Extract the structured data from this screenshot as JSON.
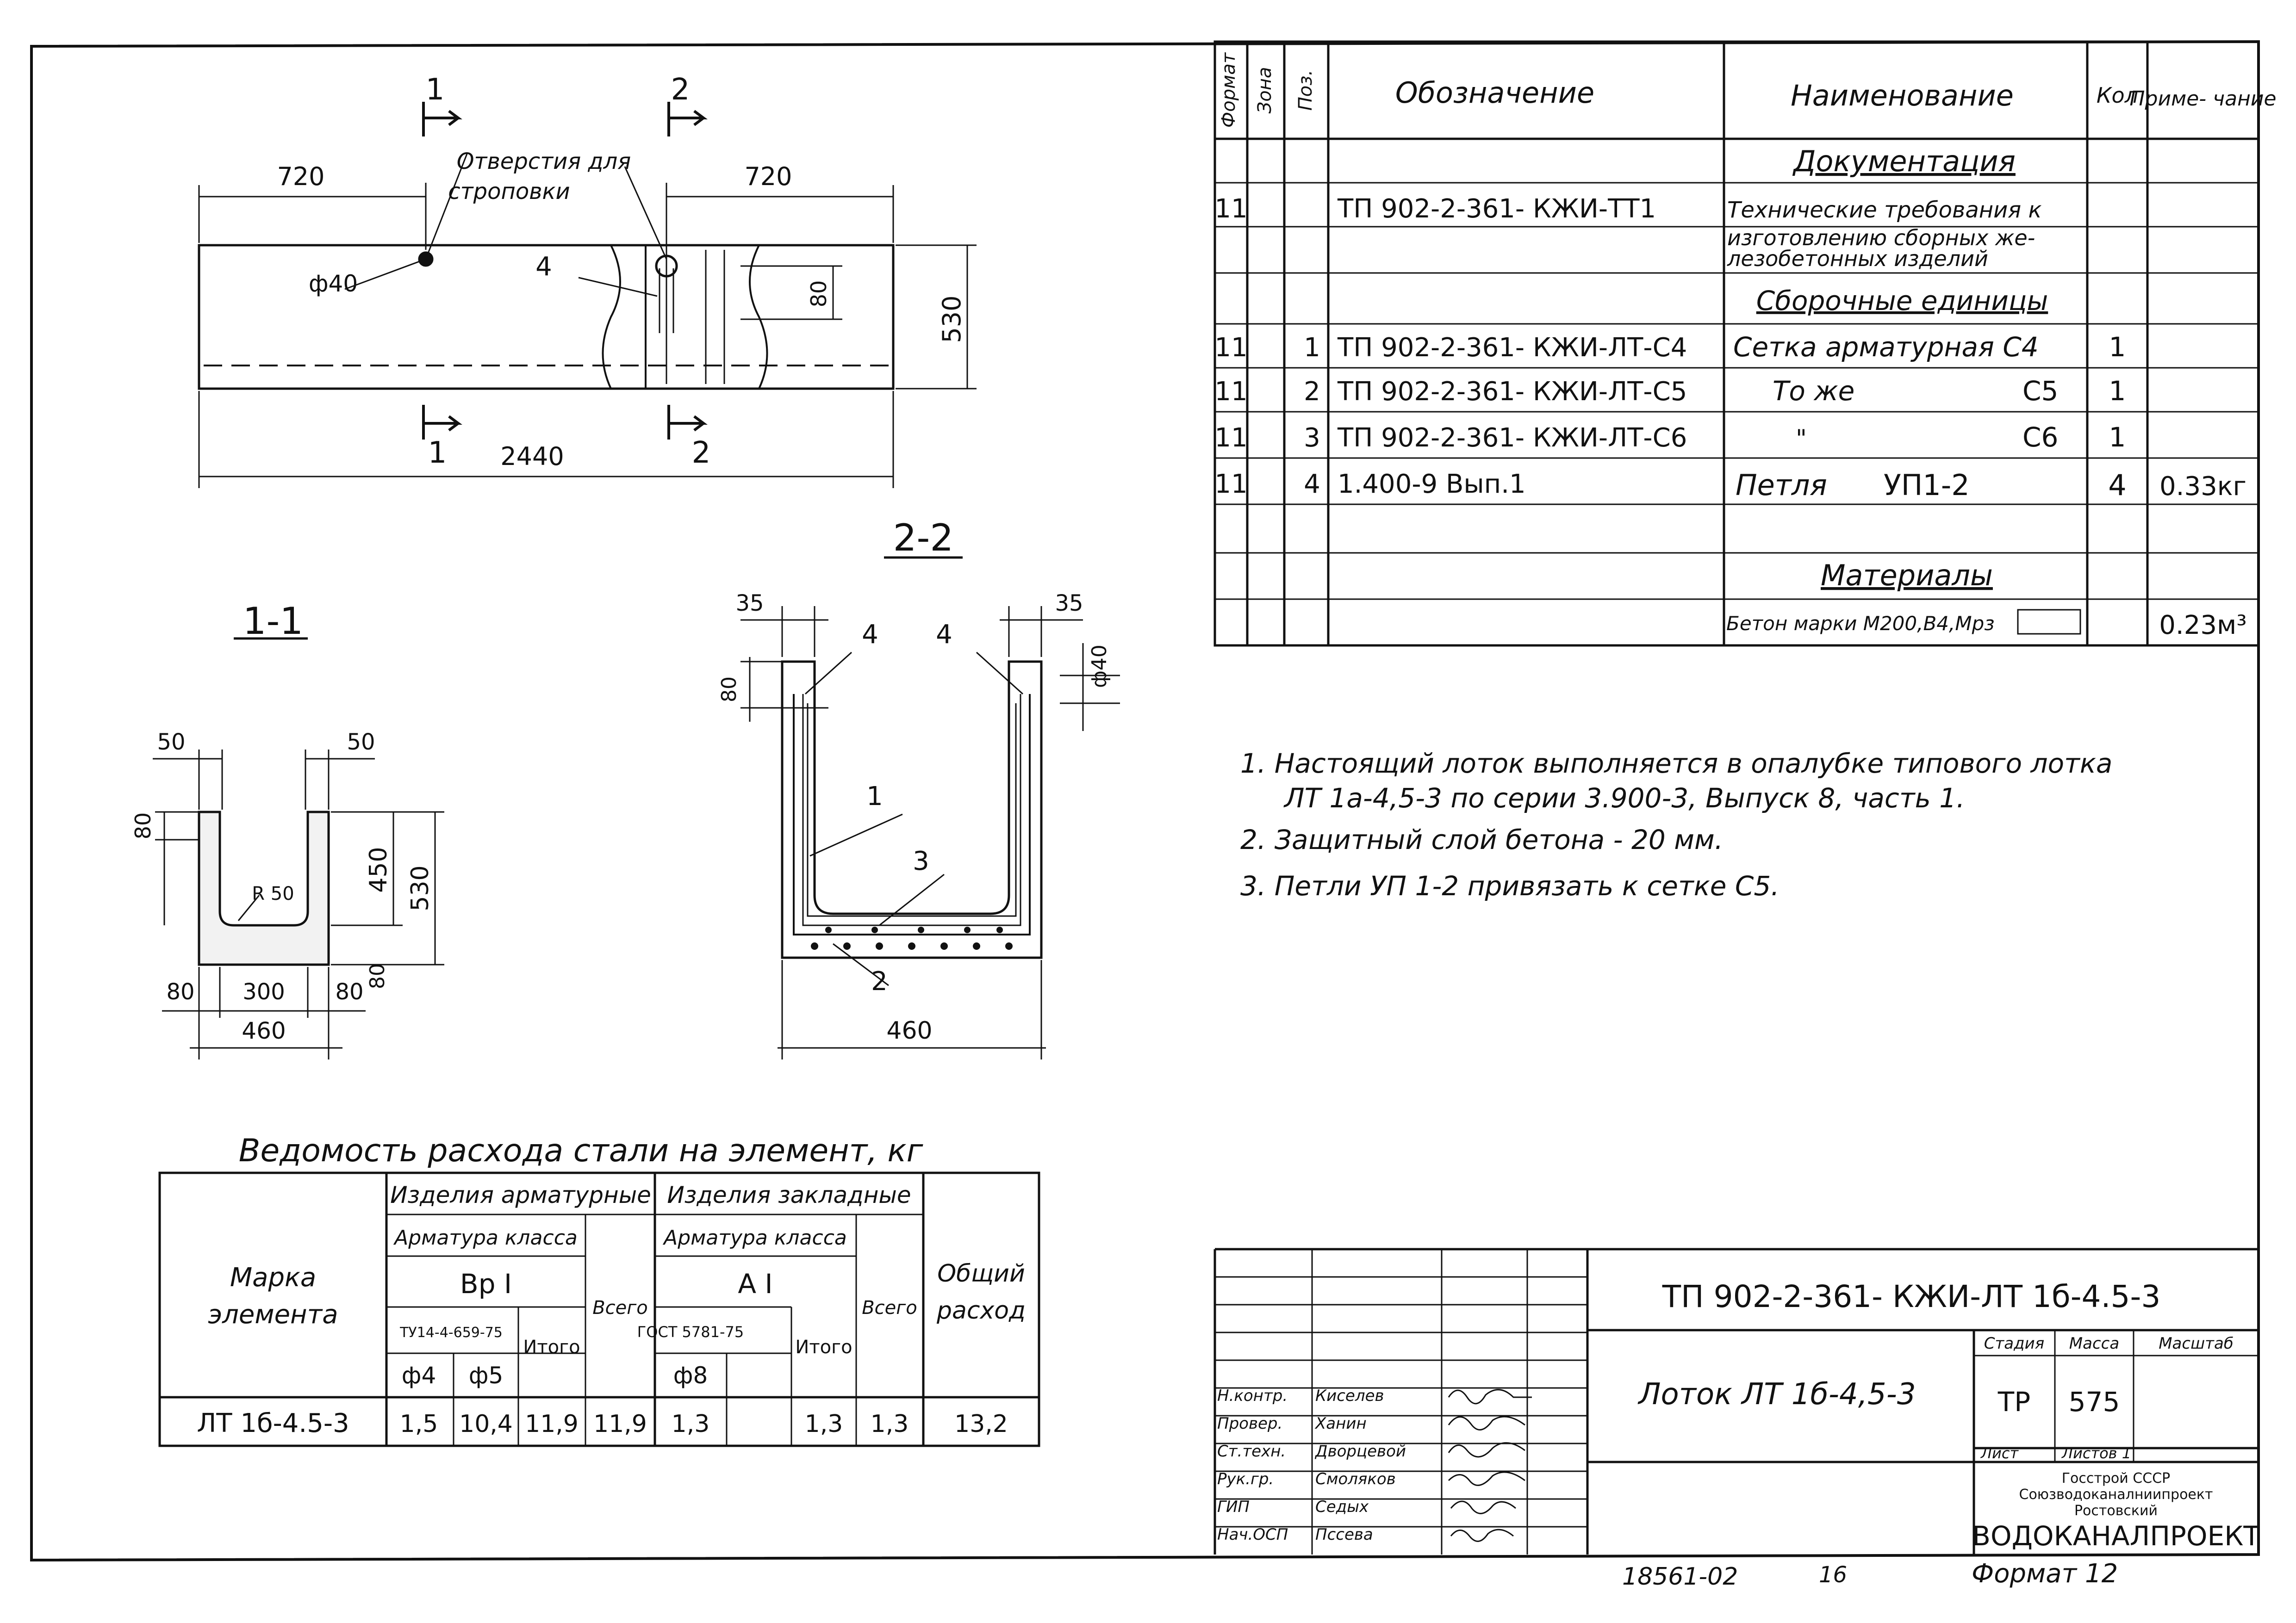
{
  "drawing": {
    "plan": {
      "dim_left": "720",
      "dim_right": "720",
      "dim_total": "2440",
      "dim_height": "530",
      "dim_80": "80",
      "hole_dia": "ф40",
      "hole_label_line1": "Отверстия для",
      "hole_label_line2": "строповки",
      "pos_label": "4",
      "cut1": "1",
      "cut2": "2"
    },
    "section_1_1": {
      "title": "1-1",
      "dims": {
        "top_left": "50",
        "top_right": "50",
        "left_80": "80",
        "h450": "450",
        "h530": "530",
        "radius": "R 50",
        "bot_80_left": "80",
        "bot_300": "300",
        "bot_80_right": "80",
        "right_80": "80",
        "width": "460"
      }
    },
    "section_2_2": {
      "title": "2-2",
      "dims": {
        "top_left": "35",
        "top_right": "35",
        "left_80": "80",
        "hole": "ф40",
        "width": "460"
      },
      "pos_labels": [
        "4",
        "4",
        "1",
        "3",
        "2"
      ]
    }
  },
  "spec_table": {
    "headers": {
      "format": "Формат",
      "zone": "Зона",
      "pos": "Поз.",
      "designation": "Обозначение",
      "name": "Наименование",
      "qty": "Кол",
      "note": "Приме- чание"
    },
    "sections": {
      "docs": "Документация",
      "assembly": "Сборочные единицы",
      "materials": "Материалы"
    },
    "rows": [
      {
        "format": "11",
        "pos": "",
        "designation": "ТП 902-2-361- КЖИ-ТТ1",
        "name_lines": [
          "Технические требования к",
          "изготовлению сборных же-",
          "лезобетонных изделий"
        ],
        "qty": "",
        "note": ""
      },
      {
        "format": "11",
        "pos": "1",
        "designation": "ТП 902-2-361- КЖИ-ЛТ-С4",
        "name": "Сетка арматурная С4",
        "qty": "1",
        "note": ""
      },
      {
        "format": "11",
        "pos": "2",
        "designation": "ТП 902-2-361- КЖИ-ЛТ-С5",
        "name_a": "То же",
        "name_b": "С5",
        "qty": "1",
        "note": ""
      },
      {
        "format": "11",
        "pos": "3",
        "designation": "ТП 902-2-361- КЖИ-ЛТ-С6",
        "name_a": "\"",
        "name_b": "С6",
        "qty": "1",
        "note": ""
      },
      {
        "format": "11",
        "pos": "4",
        "designation": "1.400-9 Вып.1",
        "name_a": "Петля",
        "name_b": "УП1-2",
        "qty": "4",
        "note": "0.33кг"
      }
    ],
    "material_row": {
      "name": "Бетон марки М200,В4,Мрз",
      "note": "0.23м³"
    }
  },
  "notes": [
    "1. Настоящий лоток выполняется в опалубке типового лотка",
    "ЛТ 1а-4,5-3 по серии 3.900-3, Выпуск 8, часть 1.",
    "2. Защитный слой бетона - 20 мм.",
    "3. Петли УП 1-2 привязать к сетке С5."
  ],
  "steel_table": {
    "title": "Ведомость расхода стали на элемент, кг",
    "h_mark": [
      "Марка",
      "элемента"
    ],
    "h_rebar": "Изделия арматурные",
    "h_embed": "Изделия закладные",
    "h_class": "Арматура класса",
    "h_bp1": "Вр I",
    "h_a1": "А I",
    "h_tu": "ТУ14-4-659-75",
    "h_gost": "ГОСТ 5781-75",
    "h_itogo": "Итого",
    "h_vsego": "Всего",
    "h_total": [
      "Общий",
      "расход"
    ],
    "h_d4": "ф4",
    "h_d5": "ф5",
    "h_d8": "ф8",
    "row": [
      "ЛТ 1б-4.5-3",
      "1,5",
      "10,4",
      "11,9",
      "11,9",
      "1,3",
      "",
      "1,3",
      "1,3",
      "13,2"
    ]
  },
  "title_block": {
    "code": "ТП 902-2-361- КЖИ-ЛТ 1б-4.5-3",
    "title": "Лоток ЛТ 1б-4,5-3",
    "stage_label": "Стадия",
    "stage": "ТР",
    "mass_label": "Масса",
    "mass": "575",
    "scale_label": "Масштаб",
    "sheet_label": "Лист",
    "sheets_label": "Листов 1",
    "roles": [
      {
        "role": "Н.контр.",
        "name": "Киселев"
      },
      {
        "role": "Провер.",
        "name": "Ханин"
      },
      {
        "role": "Ст.техн.",
        "name": "Дворцевой"
      },
      {
        "role": "Рук.гр.",
        "name": "Смоляков"
      },
      {
        "role": "ГИП",
        "name": "Седых"
      },
      {
        "role": "Нач.ОСП",
        "name": "Пссева"
      }
    ],
    "org_lines": [
      "Госстрой СССР",
      "Союзводоканалниипроект",
      "Ростовский"
    ],
    "org_main": "ВОДОКАНАЛПРОЕКТ"
  },
  "footer": {
    "inventory": "18561-02",
    "sheet_no": "16",
    "format": "Формат 12"
  }
}
